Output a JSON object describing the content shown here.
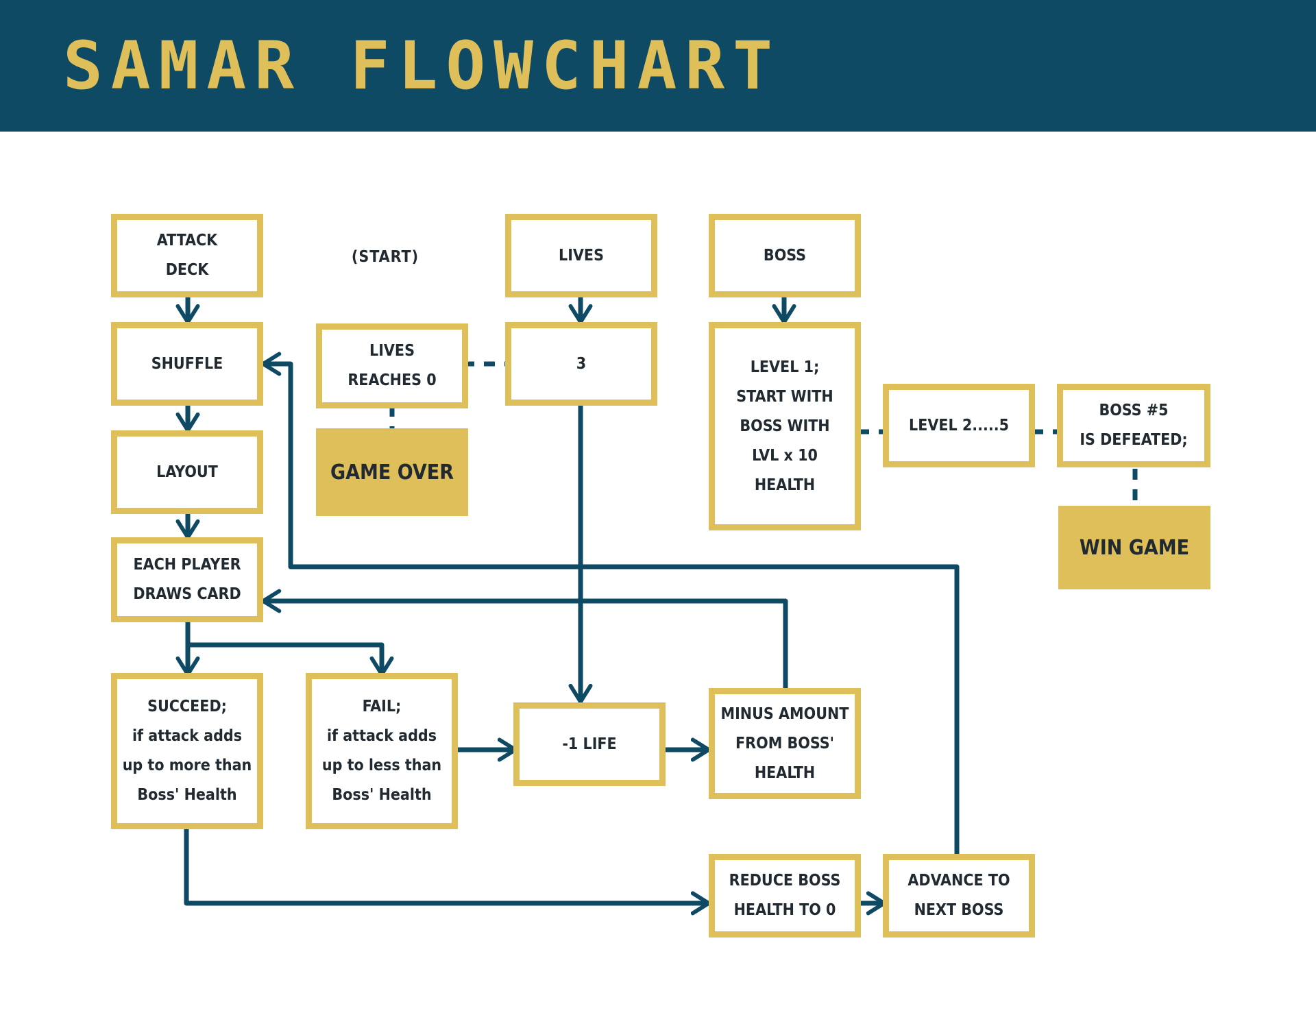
{
  "header": {
    "title": "SAMAR FLOWCHART"
  },
  "colors": {
    "header_bg": "#0f4a64",
    "accent": "#dfbf5a",
    "line": "#0f4a64",
    "text": "#202a30"
  },
  "start_label": "(START)",
  "boxes": {
    "attack_deck": [
      "ATTACK",
      "DECK"
    ],
    "shuffle": [
      "SHUFFLE"
    ],
    "layout": [
      "LAYOUT"
    ],
    "each_player": [
      "EACH PLAYER",
      "DRAWS CARD"
    ],
    "succeed": [
      "SUCCEED;",
      "if attack adds",
      "up to more than",
      "Boss' Health"
    ],
    "fail": [
      "FAIL;",
      "if attack adds",
      "up to less than",
      "Boss' Health"
    ],
    "lives_reaches_0": [
      "LIVES",
      "REACHES 0"
    ],
    "game_over": [
      "GAME OVER"
    ],
    "lives": [
      "LIVES"
    ],
    "three": [
      "3"
    ],
    "minus_one_life": [
      "-1 LIFE"
    ],
    "boss": [
      "BOSS"
    ],
    "level1": [
      "LEVEL 1;",
      "START WITH",
      "BOSS WITH",
      "LVL x 10",
      "HEALTH"
    ],
    "level2_5": [
      "LEVEL 2.....5"
    ],
    "boss5": [
      "BOSS #5",
      "IS DEFEATED;"
    ],
    "win_game": [
      "WIN GAME"
    ],
    "minus_amount": [
      "MINUS AMOUNT",
      "FROM BOSS'",
      "HEALTH"
    ],
    "reduce_boss": [
      "REDUCE BOSS",
      "HEALTH TO 0"
    ],
    "advance": [
      "ADVANCE TO",
      "NEXT BOSS"
    ]
  }
}
